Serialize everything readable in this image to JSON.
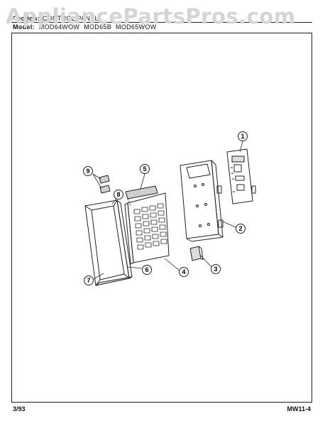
{
  "watermark": "AppliancePartsPros.com",
  "header": {
    "section_label": "Section:",
    "section_value": "CONTROL PANEL",
    "model_label": "Model:",
    "models": [
      "MOD64WOW",
      "MOD65B",
      "MOD65WOW"
    ]
  },
  "footer": {
    "date": "3/93",
    "code": "MW11-4"
  },
  "callouts": [
    {
      "id": "callout-1",
      "label": "1"
    },
    {
      "id": "callout-2",
      "label": "2"
    },
    {
      "id": "callout-3",
      "label": "3"
    },
    {
      "id": "callout-4",
      "label": "4"
    },
    {
      "id": "callout-5",
      "label": "5"
    },
    {
      "id": "callout-6",
      "label": "6"
    },
    {
      "id": "callout-7",
      "label": "7"
    },
    {
      "id": "callout-8",
      "label": "8"
    },
    {
      "id": "callout-9",
      "label": "9"
    }
  ],
  "colors": {
    "line": "#222222",
    "watermark": "#d5d5d5",
    "background": "#ffffff"
  }
}
